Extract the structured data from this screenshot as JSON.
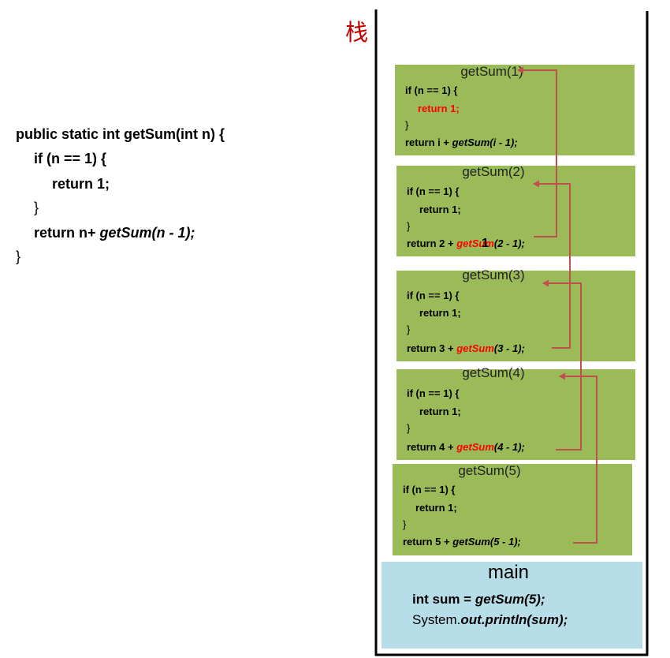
{
  "code": {
    "signature": "public static int getSum(int n) {",
    "if_line": "if (n == 1) {",
    "return_one": "return 1;",
    "if_close": "}",
    "return_prefix": "return n+ ",
    "return_call": "getSum(n - 1);",
    "method_close": "}"
  },
  "stack": {
    "label": "栈"
  },
  "frames": [
    {
      "title": "getSum(1)",
      "if_line": "if (n == 1) {",
      "return_one": "return 1;",
      "if_close": "}",
      "return_prefix": "return i + ",
      "return_fn": "getSum",
      "return_args": "(i - 1);",
      "return_one_color": "#FF0000",
      "fn_color": "#000000"
    },
    {
      "title": "getSum(2)",
      "if_line": "if (n == 1) {",
      "return_one": "return 1;",
      "if_close": "}",
      "return_prefix": "return 2 + ",
      "return_fn": "getSum",
      "return_args": "(2 - 1);",
      "return_one_color": "#000000",
      "fn_color": "#FF0000",
      "result_overlay": "1"
    },
    {
      "title": "getSum(3)",
      "if_line": "if (n == 1) {",
      "return_one": "return 1;",
      "if_close": "}",
      "return_prefix": "return 3 + ",
      "return_fn": "getSum",
      "return_args": "(3 - 1);",
      "return_one_color": "#000000",
      "fn_color": "#FF0000"
    },
    {
      "title": "getSum(4)",
      "if_line": "if (n == 1) {",
      "return_one": "return 1;",
      "if_close": "}",
      "return_prefix": "return 4 + ",
      "return_fn": "getSum",
      "return_args": "(4 - 1);",
      "return_one_color": "#000000",
      "fn_color": "#FF0000"
    },
    {
      "title": "getSum(5)",
      "if_line": "if (n == 1) {",
      "return_one": "return 1;",
      "if_close": "}",
      "return_prefix": "return 5 + ",
      "return_fn": "getSum",
      "return_args": "(5 - 1);",
      "return_one_color": "#000000",
      "fn_color": "#000000"
    }
  ],
  "main": {
    "title": "main",
    "assign_prefix": "int sum = ",
    "assign_call": "getSum(5);",
    "print_prefix": "System.",
    "print_call": "out.println(sum);"
  },
  "colors": {
    "frame_bg": "#9BBB59",
    "main_bg": "#B7DDE8",
    "arrow": "#C0504D",
    "stack_label": "#C00000",
    "border": "#000000"
  }
}
